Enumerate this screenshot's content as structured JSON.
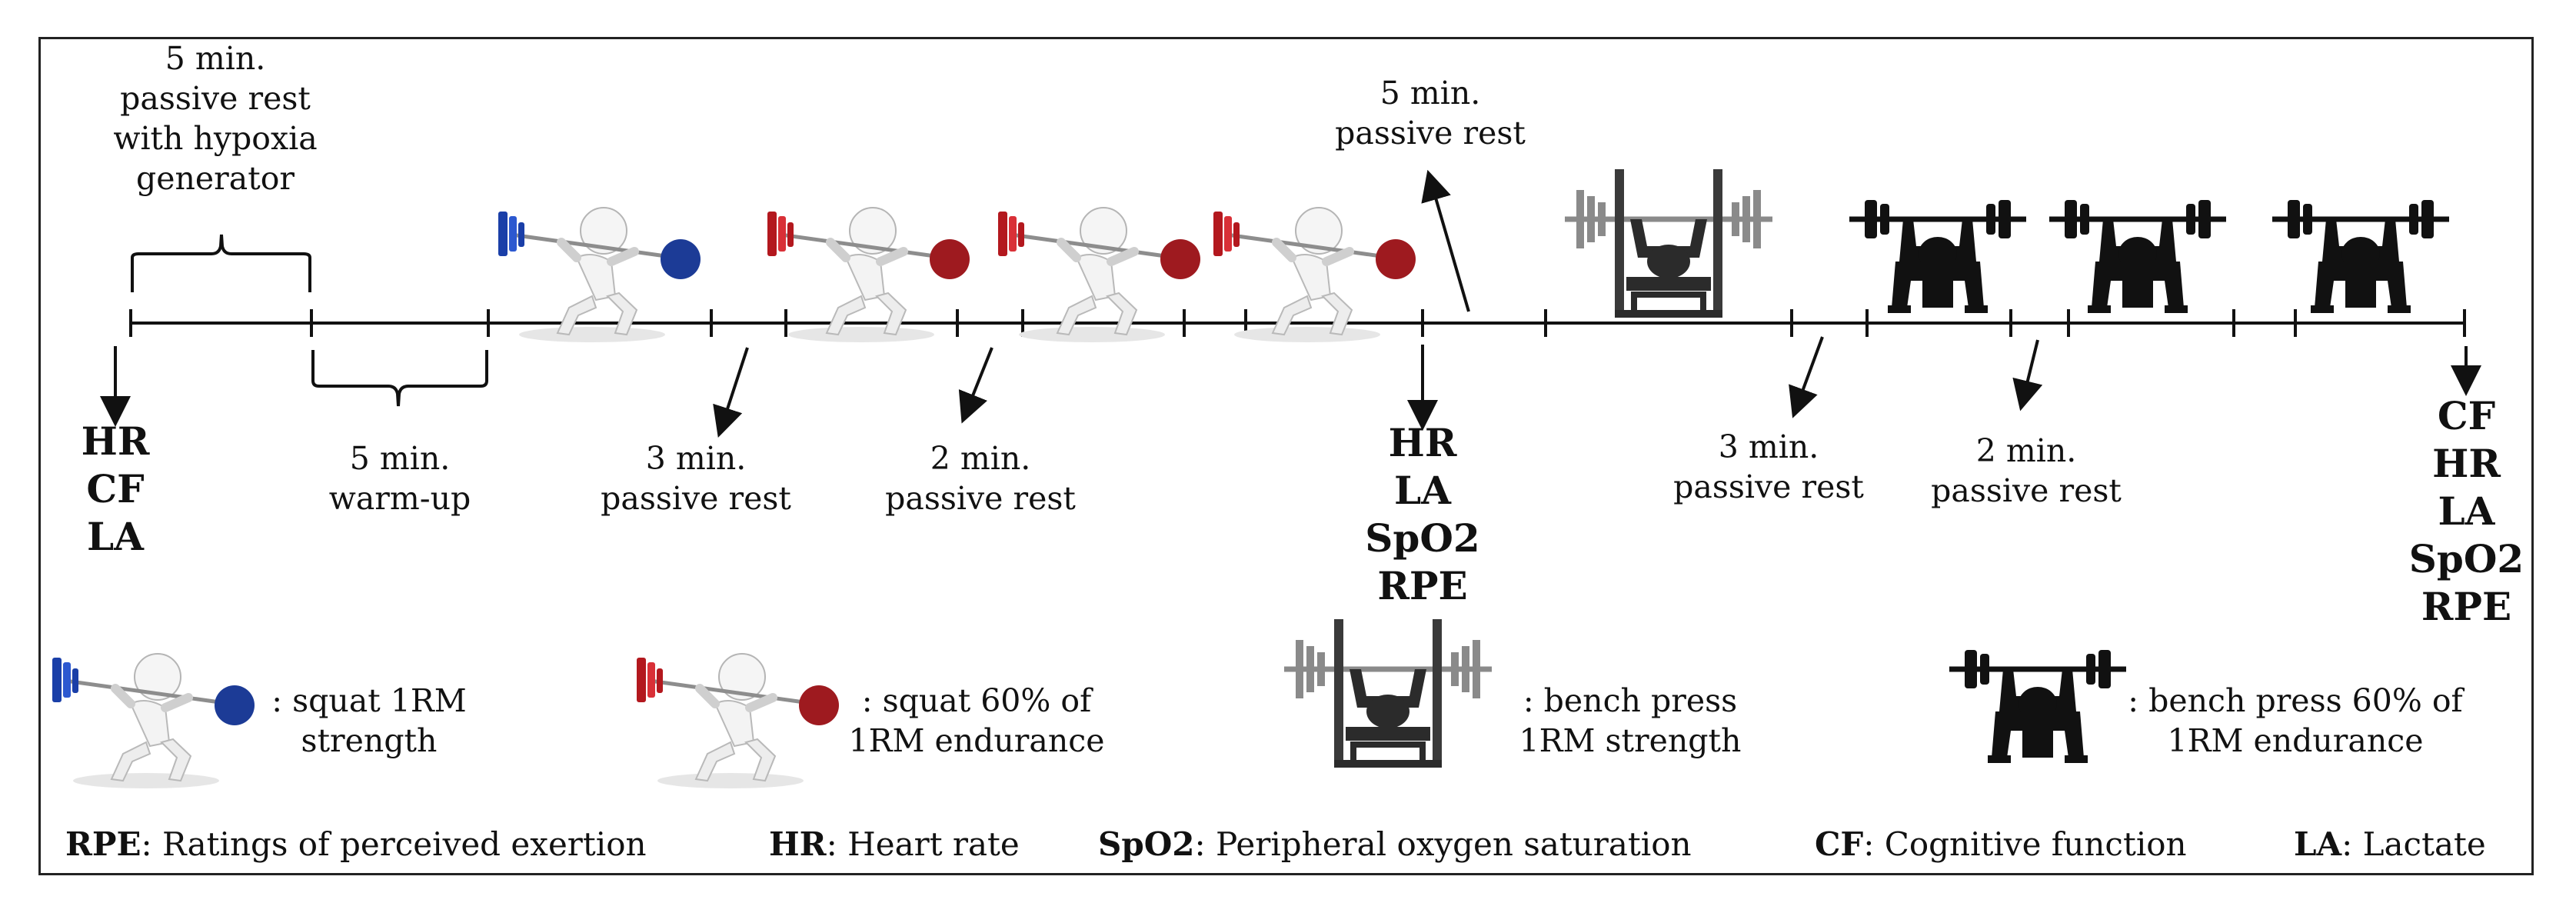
{
  "timeline": {
    "top_labels": {
      "hypoxia_rest": "5 min.\npassive rest\nwith hypoxia\ngenerator",
      "mid_rest": "5 min.\npassive rest"
    },
    "bottom_labels": {
      "warmup": "5 min.\nwarm-up",
      "rest3_a": "3 min.\npassive rest",
      "rest2_a": "2 min.\npassive rest",
      "rest3_b": "3 min.\npassive rest",
      "rest2_b": "2 min.\npassive rest"
    },
    "measurements": {
      "start": "HR\nCF\nLA",
      "middle": "HR\nLA\nSpO2\nRPE",
      "end": "CF\nHR\nLA\nSpO2\nRPE"
    }
  },
  "legend": {
    "squat_strength": ": squat 1RM\nstrength",
    "squat_endurance": ": squat 60% of\n1RM endurance",
    "bench_strength": ": bench press\n1RM strength",
    "bench_endurance": ": bench press 60% of\n1RM endurance"
  },
  "abbreviations": [
    {
      "key": "RPE",
      "text": ": Ratings of perceived exertion"
    },
    {
      "key": "HR",
      "text": ": Heart rate"
    },
    {
      "key": "SpO2",
      "text": ": Peripheral oxygen saturation"
    },
    {
      "key": "CF",
      "text": ": Cognitive function"
    },
    {
      "key": "LA",
      "text": ": Lactate"
    }
  ],
  "colors": {
    "squat_strength_plate": "#1a3fa8",
    "squat_endurance_plate": "#b3181e",
    "bench_strength_gray": "#8a8a8a",
    "bench_endurance": "#111111"
  },
  "icons": {
    "squat_strength": "squat-figure-blue-icon",
    "squat_endurance": "squat-figure-red-icon",
    "bench_strength": "bench-press-gray-icon",
    "bench_endurance": "bench-press-black-icon"
  }
}
